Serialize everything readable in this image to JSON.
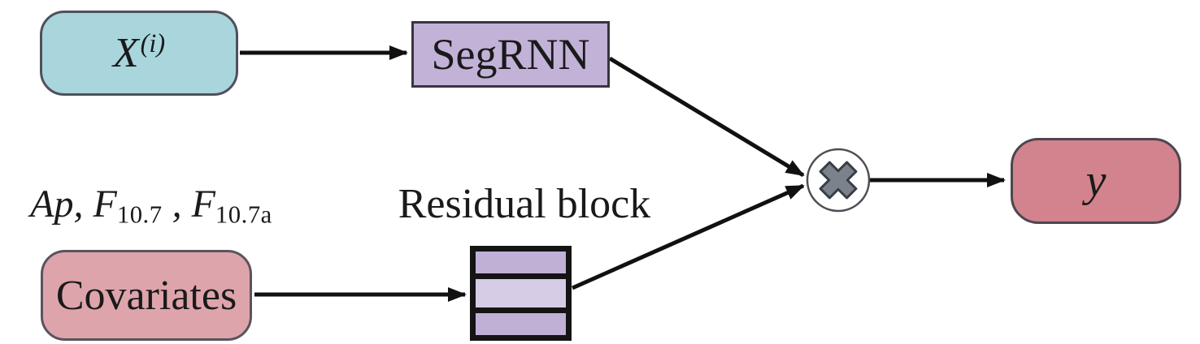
{
  "colors": {
    "arrow": "#111111",
    "input_fill": "#a8d6dc",
    "input_border": "#50505a",
    "segrnn_fill": "#c2b2d8",
    "segrnn_border": "#39343f",
    "covariates_fill": "#dea4ac",
    "covariates_border": "#5a545c",
    "output_fill": "#d2838d",
    "output_border": "#4c4650",
    "residual_outer_fill": "#c0b0d6",
    "residual_middle_fill": "#d6cce6",
    "residual_border": "#141414",
    "multiply_circle_fill": "#ffffff",
    "multiply_circle_border": "#4d4d55",
    "multiply_cross_fill": "#7c828c",
    "multiply_cross_outline": "#383e46"
  },
  "nodes": {
    "input": {
      "base": "X",
      "sup": "(i)"
    },
    "segrnn": {
      "label": "SegRNN"
    },
    "covariates": {
      "label": "Covariates"
    },
    "residual": {
      "label": "Residual block"
    },
    "multiply": {
      "symbol": "×"
    },
    "output": {
      "label": "y"
    }
  },
  "covariate_vars": {
    "p1": "Ap",
    "p2": ", F",
    "s1": "10.7",
    "p3": " , F",
    "s2": "10.7a"
  }
}
